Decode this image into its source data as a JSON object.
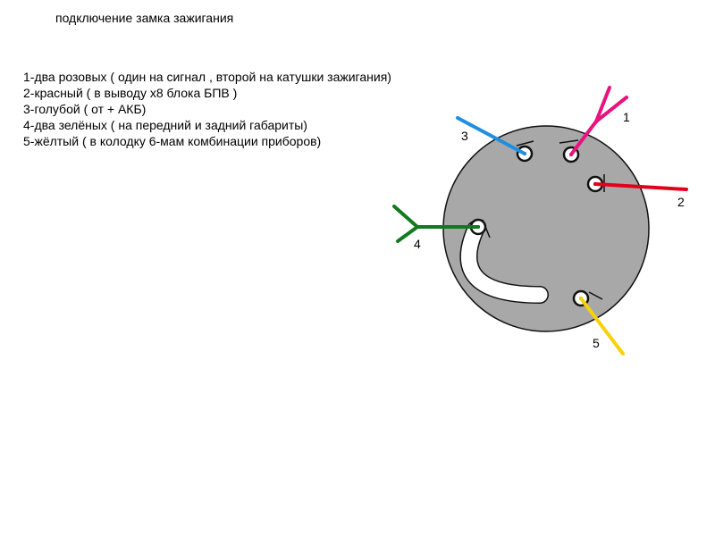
{
  "title": "подключение замка зажигания",
  "legend": [
    "1-два розовых ( один на сигнал , второй на катушки зажигания)",
    "2-красный ( в выводу х8 блока БПВ )",
    "3-голубой ( от + АКБ)",
    "4-два зелёных ( на передний и задний габариты)",
    "5-жёлтый ( в колодку 6-мам комбинации приборов)"
  ],
  "wires": [
    {
      "number": "1",
      "color": "#e8137f"
    },
    {
      "number": "2",
      "color": "#e3001b"
    },
    {
      "number": "3",
      "color": "#1e8fe0"
    },
    {
      "number": "4",
      "color": "#117a1c"
    },
    {
      "number": "5",
      "color": "#f5d20c"
    }
  ],
  "colors": {
    "body": "#a8a8a8",
    "outline": "#111111",
    "terminal_fill": "#ffffff"
  }
}
